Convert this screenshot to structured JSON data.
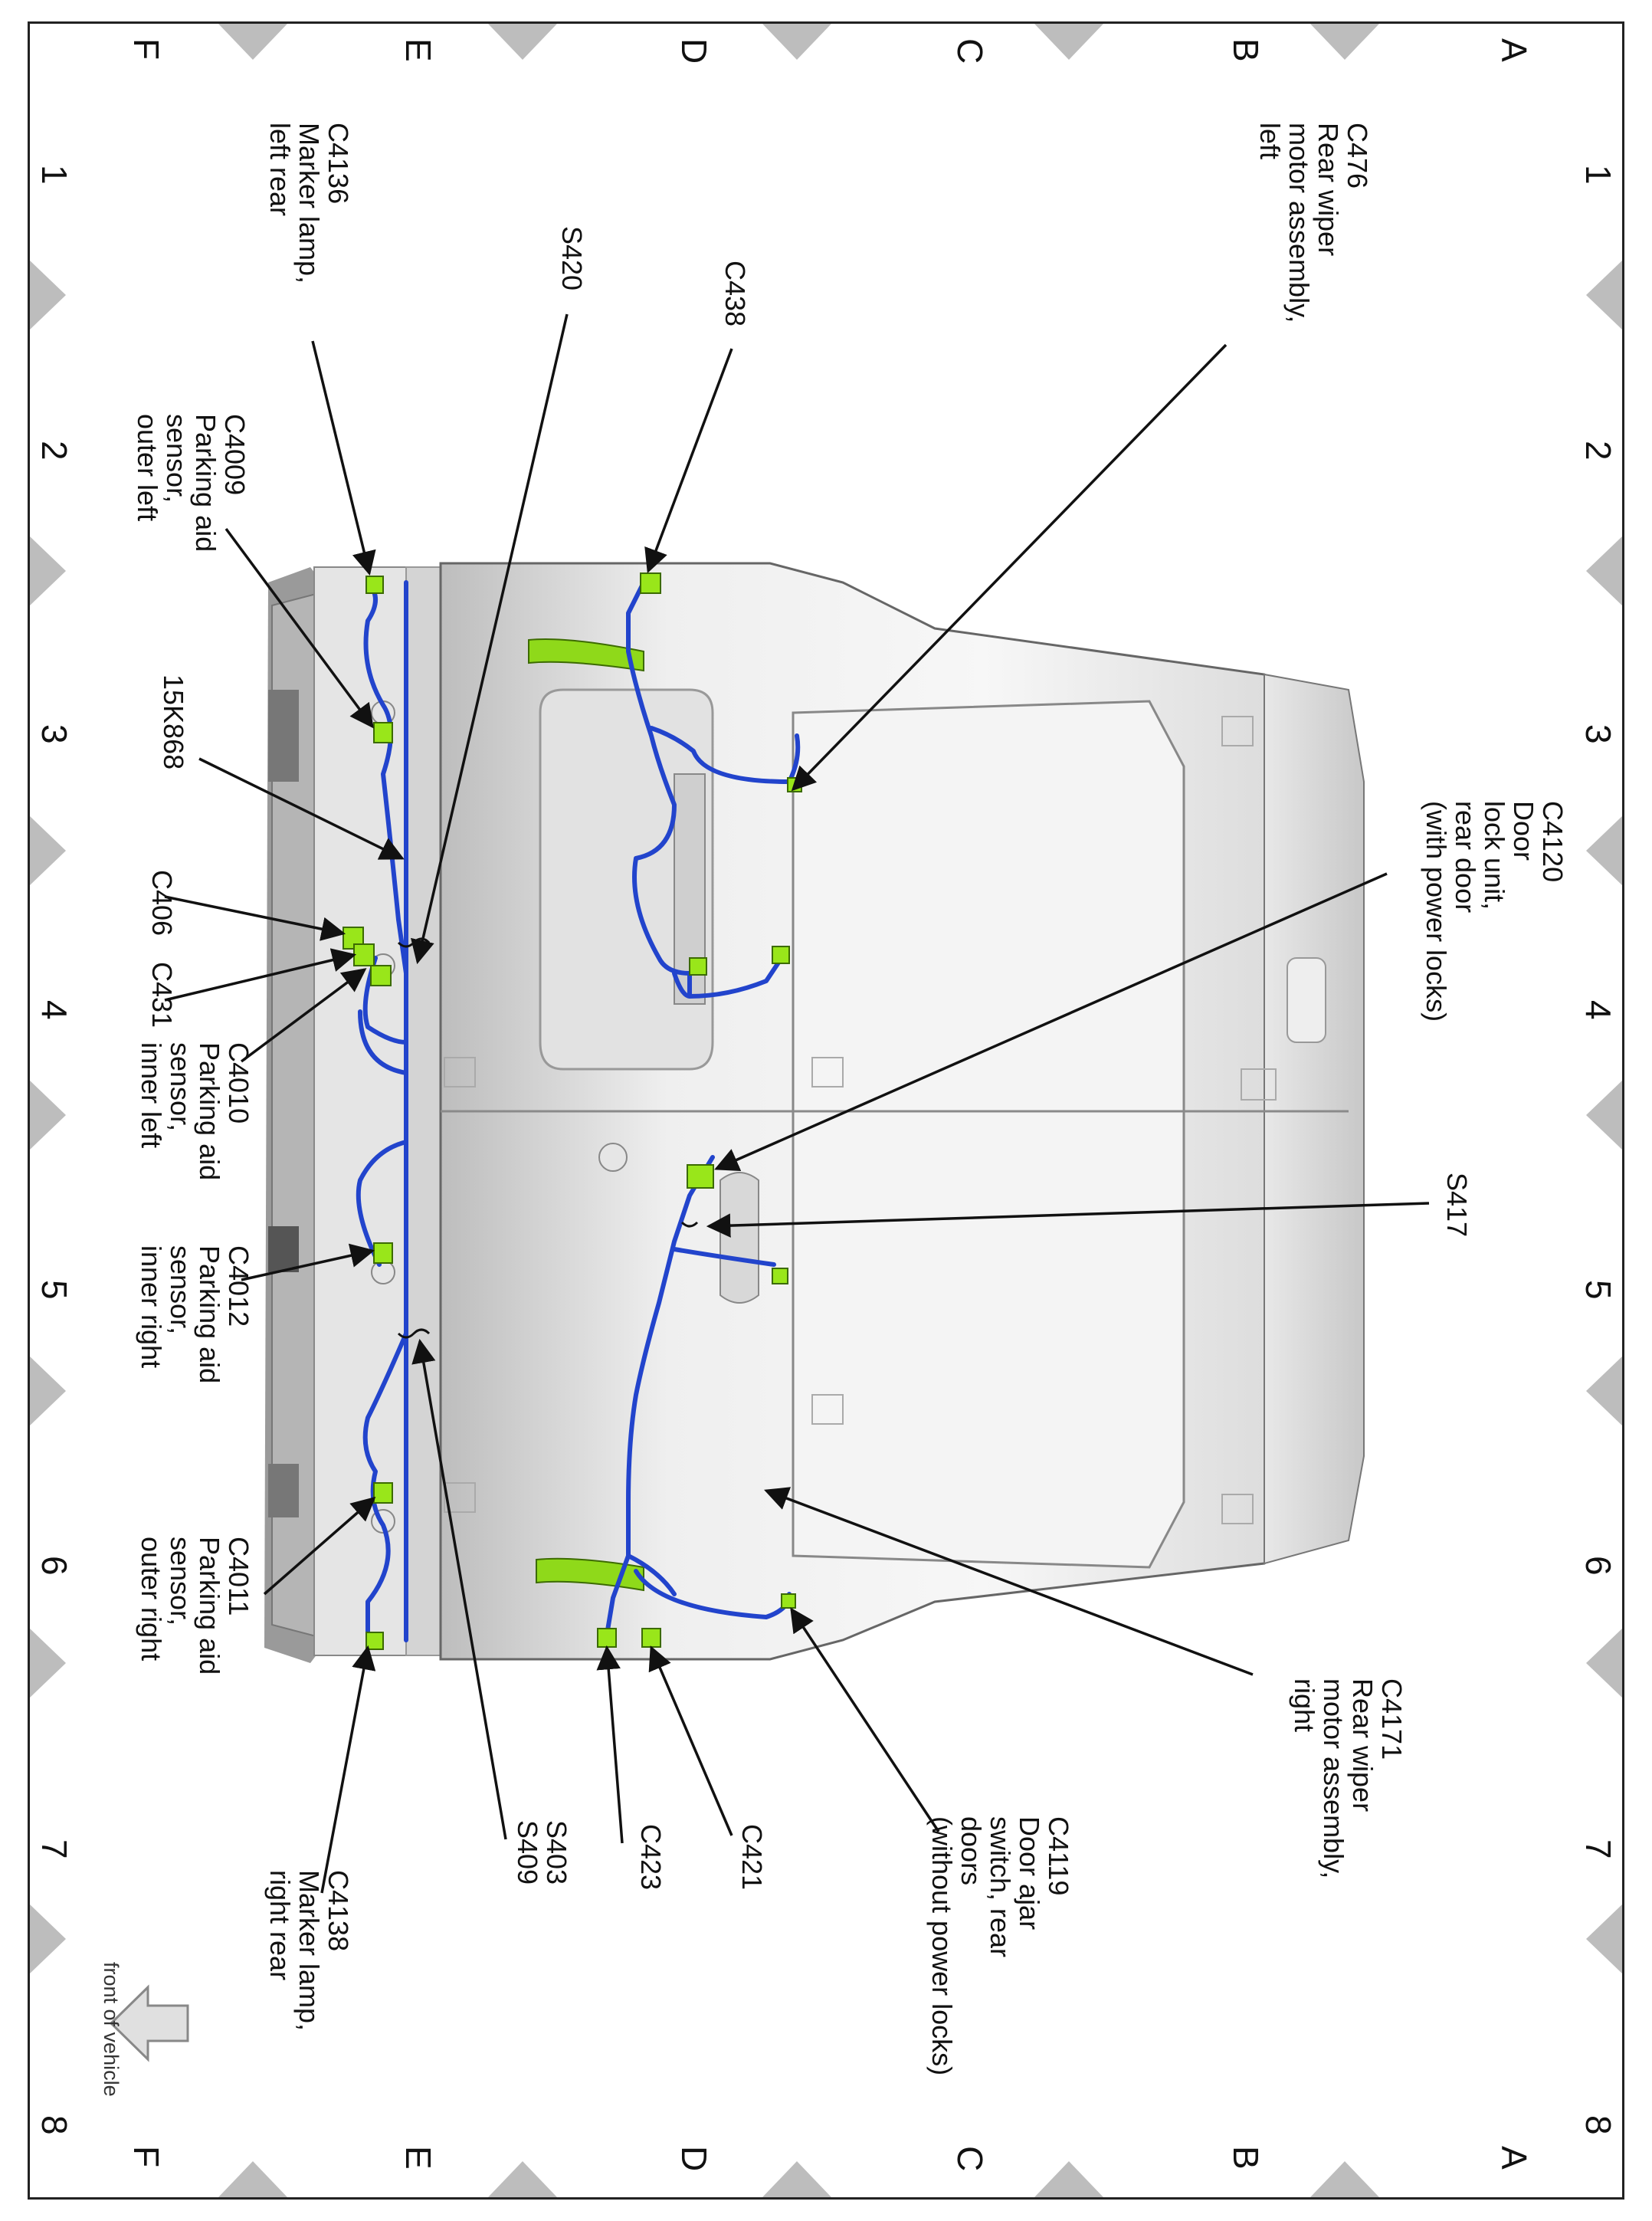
{
  "grid": {
    "row_labels": [
      "A",
      "B",
      "C",
      "D",
      "E",
      "F"
    ],
    "col_labels": [
      "1",
      "2",
      "3",
      "4",
      "5",
      "6",
      "7",
      "8"
    ]
  },
  "direction_note": "front of vehicle",
  "callouts": [
    {
      "id": "c476",
      "text": "C476\nRear wiper\nmotor assembly,\nleft"
    },
    {
      "id": "c438",
      "text": "C438"
    },
    {
      "id": "s420",
      "text": "S420"
    },
    {
      "id": "c4136",
      "text": "C4136\nMarker lamp,\nleft rear"
    },
    {
      "id": "c4009",
      "text": "C4009\nParking aid\nsensor,\nouter left"
    },
    {
      "id": "k868",
      "text": "15K868"
    },
    {
      "id": "c406",
      "text": "C406"
    },
    {
      "id": "c431",
      "text": "C431"
    },
    {
      "id": "c4010",
      "text": "C4010\nParking aid\nsensor,\ninner left"
    },
    {
      "id": "c4012",
      "text": "C4012\nParking aid\nsensor,\ninner right"
    },
    {
      "id": "c4011",
      "text": "C4011\nParking aid\nsensor,\nouter right"
    },
    {
      "id": "c4138",
      "text": "C4138\nMarker lamp,\nright rear"
    },
    {
      "id": "s403",
      "text": "S403\nS409"
    },
    {
      "id": "c423",
      "text": "C423"
    },
    {
      "id": "c421",
      "text": "C421"
    },
    {
      "id": "c4119",
      "text": "C4119\nDoor ajar\nswitch, rear\ndoors\n(without power locks)"
    },
    {
      "id": "c4171",
      "text": "C4171\nRear wiper\nmotor assembly,\nright"
    },
    {
      "id": "s417",
      "text": "S417"
    },
    {
      "id": "c4120",
      "text": "C4120\nDoor\nlock unit,\nrear door\n(with power locks)"
    }
  ],
  "colors": {
    "harness": "#2244cc",
    "connector": "#99e61a",
    "frame": "#222222",
    "marker": "#bdbdbd",
    "leader": "#111111"
  }
}
